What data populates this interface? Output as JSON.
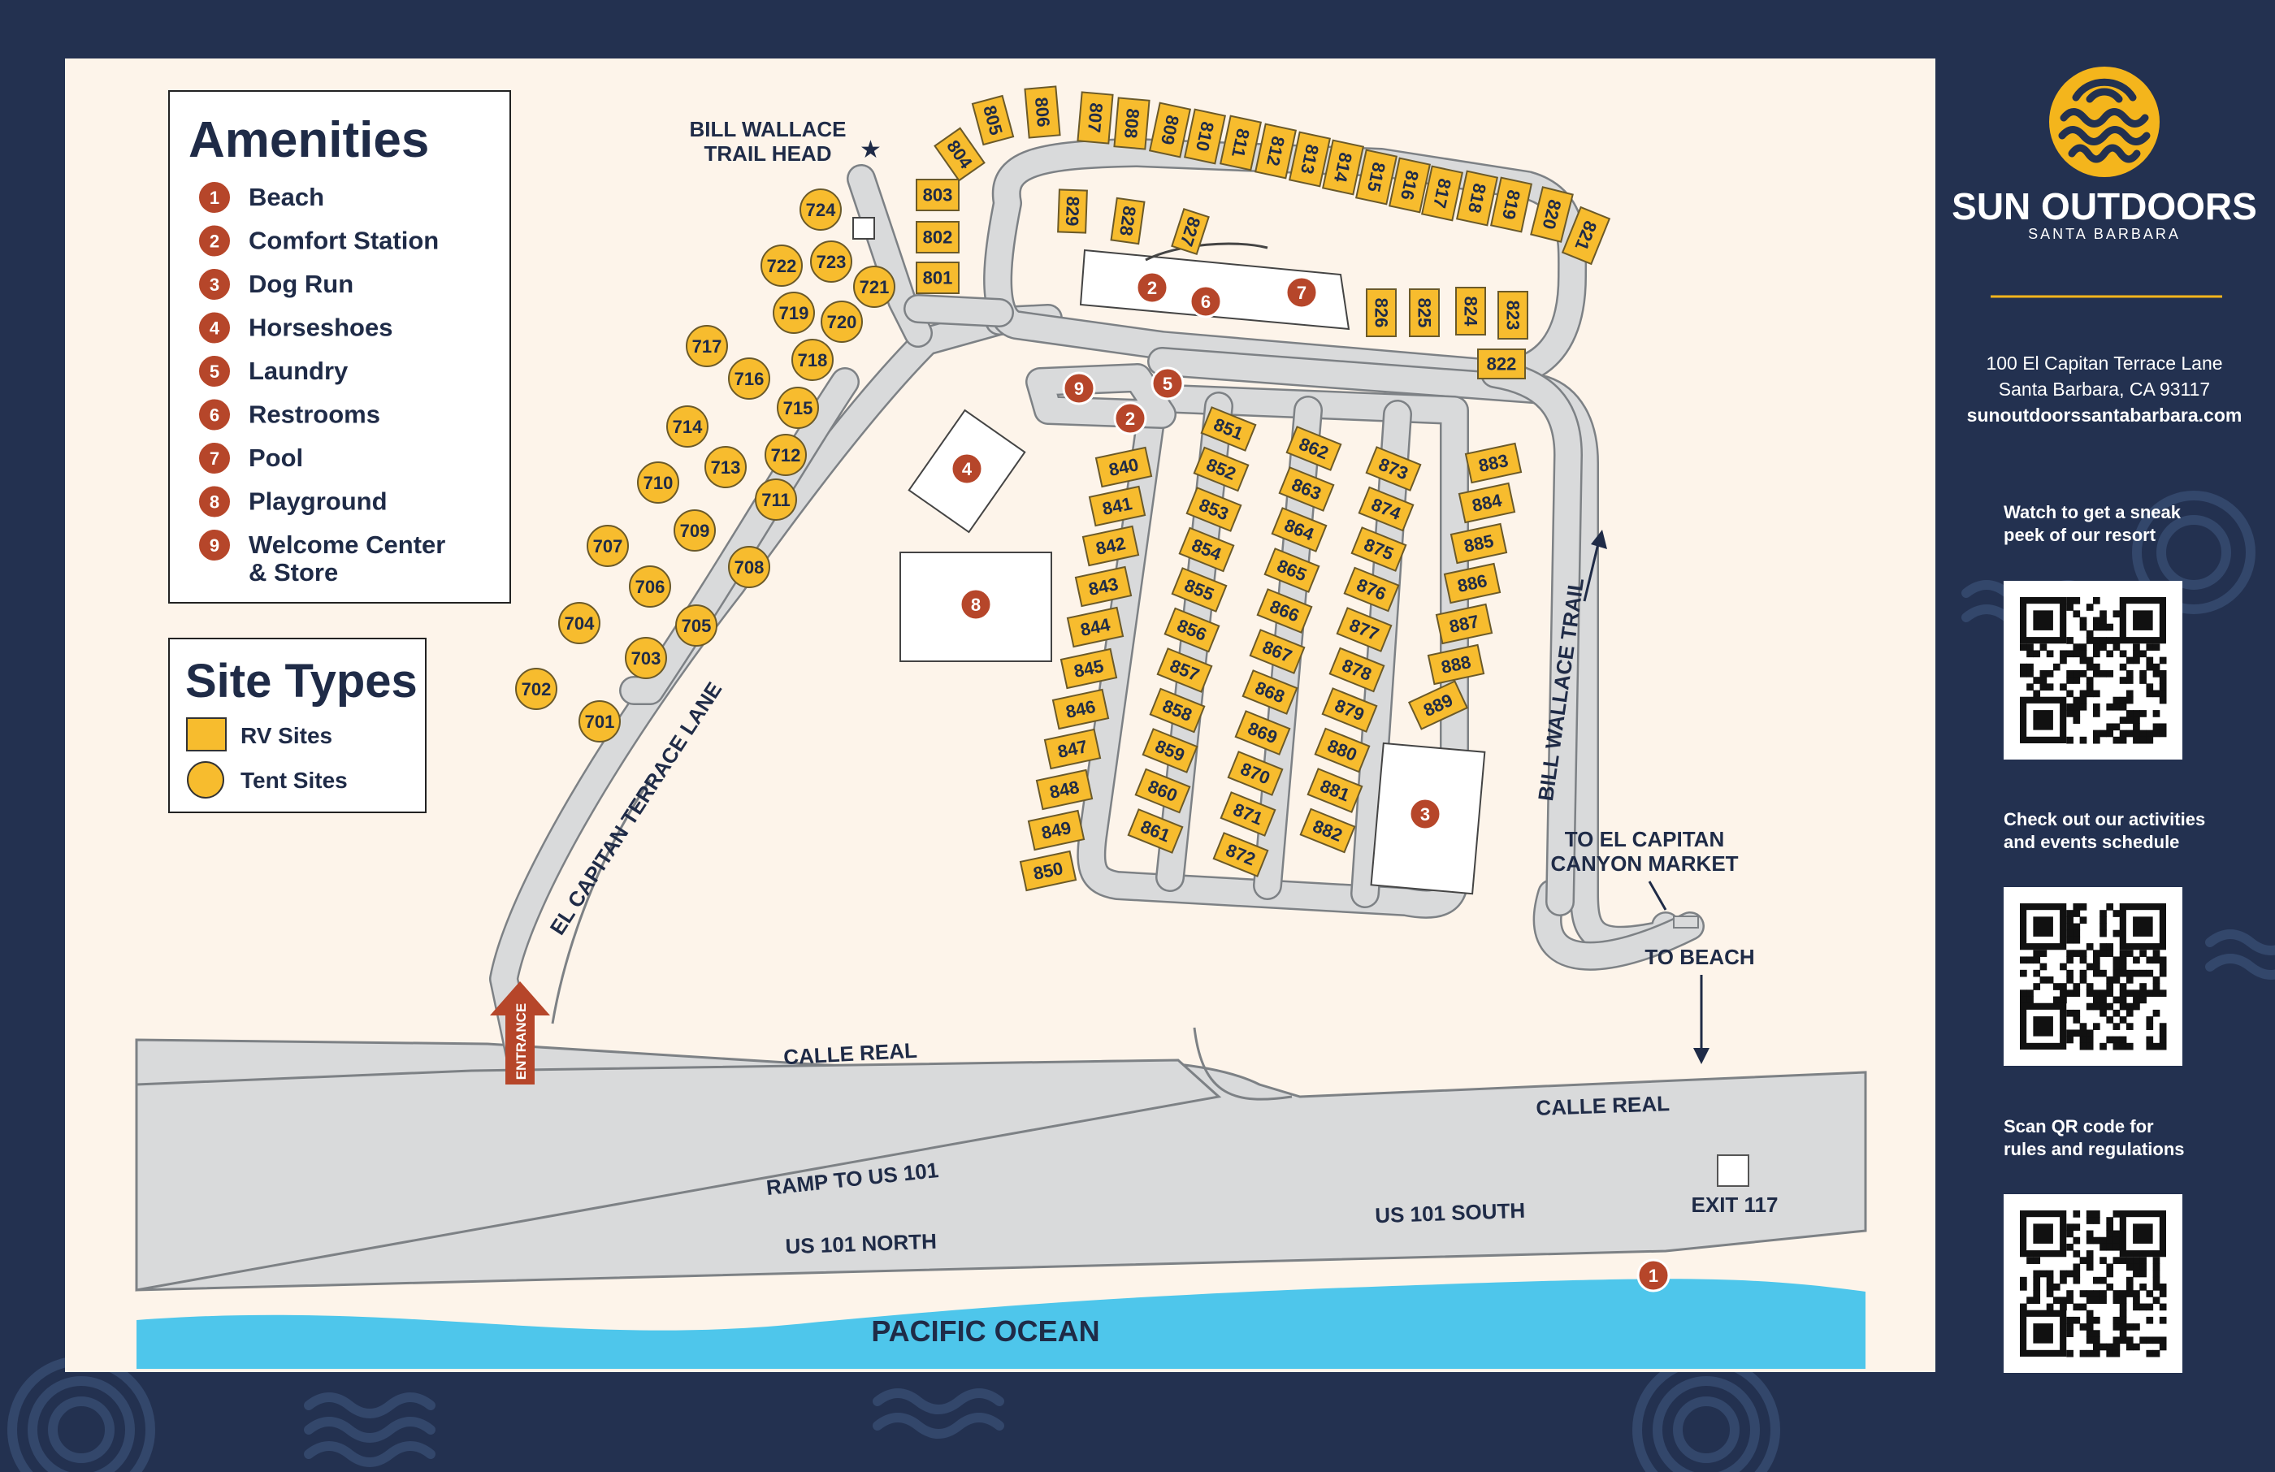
{
  "brand": {
    "name": "SUN OUTDOORS",
    "location": "SANTA BARBARA",
    "address_line1": "100 El Capitan Terrace Lane",
    "address_line2": "Santa Barbara, CA 93117",
    "website": "sunoutdoorssantabarbara.com"
  },
  "qr_sections": [
    {
      "caption_line1": "Watch to get a sneak",
      "caption_line2": "peek of our resort"
    },
    {
      "caption_line1": "Check out our activities",
      "caption_line2": "and events schedule"
    },
    {
      "caption_line1": "Scan QR code for",
      "caption_line2": "rules and regulations"
    }
  ],
  "amenities": {
    "title": "Amenities",
    "items": [
      {
        "num": "1",
        "label": "Beach"
      },
      {
        "num": "2",
        "label": "Comfort Station"
      },
      {
        "num": "3",
        "label": "Dog Run"
      },
      {
        "num": "4",
        "label": "Horseshoes"
      },
      {
        "num": "5",
        "label": "Laundry"
      },
      {
        "num": "6",
        "label": "Restrooms"
      },
      {
        "num": "7",
        "label": "Pool"
      },
      {
        "num": "8",
        "label": "Playground"
      },
      {
        "num": "9",
        "label": "Welcome Center",
        "label2": "& Store"
      }
    ]
  },
  "site_types": {
    "title": "Site Types",
    "rv_label": "RV Sites",
    "tent_label": "Tent Sites"
  },
  "map_labels": {
    "trail_head_1": "BILL WALLACE",
    "trail_head_2": "TRAIL HEAD",
    "terrace_lane": "EL CAPITAN TERRACE LANE",
    "entrance": "ENTRANCE",
    "calle_real_1": "CALLE REAL",
    "calle_real_2": "CALLE REAL",
    "ramp": "RAMP TO US 101",
    "us101_north": "US 101 NORTH",
    "us101_south": "US 101 SOUTH",
    "exit": "EXIT 117",
    "ocean": "PACIFIC OCEAN",
    "bill_wallace_trail": "BILL WALLACE TRAIL",
    "market_1": "TO EL CAPITAN",
    "market_2": "CANYON MARKET",
    "to_beach": "TO BEACH"
  },
  "tent_sites": [
    "701",
    "702",
    "703",
    "704",
    "705",
    "706",
    "707",
    "708",
    "709",
    "710",
    "711",
    "712",
    "713",
    "714",
    "715",
    "716",
    "717",
    "718",
    "719",
    "720",
    "721",
    "722",
    "723",
    "724"
  ],
  "rv_sites": [
    "801",
    "802",
    "803",
    "804",
    "805",
    "806",
    "807",
    "808",
    "809",
    "810",
    "811",
    "812",
    "813",
    "814",
    "815",
    "816",
    "817",
    "818",
    "819",
    "820",
    "821",
    "822",
    "823",
    "824",
    "825",
    "826",
    "827",
    "828",
    "829",
    "840",
    "841",
    "842",
    "843",
    "844",
    "845",
    "846",
    "847",
    "848",
    "849",
    "850",
    "851",
    "852",
    "853",
    "854",
    "855",
    "856",
    "857",
    "858",
    "859",
    "860",
    "861",
    "862",
    "863",
    "864",
    "865",
    "866",
    "867",
    "868",
    "869",
    "870",
    "871",
    "872",
    "873",
    "874",
    "875",
    "876",
    "877",
    "878",
    "879",
    "880",
    "881",
    "882",
    "883",
    "884",
    "885",
    "886",
    "887",
    "888",
    "889"
  ],
  "amenity_markers": [
    "1",
    "2",
    "2",
    "3",
    "4",
    "5",
    "6",
    "7",
    "8",
    "9"
  ],
  "colors": {
    "navy": "#233150",
    "cream": "#FDF4EA",
    "road": "#D9DADB",
    "site_yellow": "#F7BC2E",
    "amenity_red": "#B6462A",
    "ocean_blue": "#4EC6EB",
    "text_dark": "#1F2B47",
    "logo_gold": "#F4B51C"
  }
}
